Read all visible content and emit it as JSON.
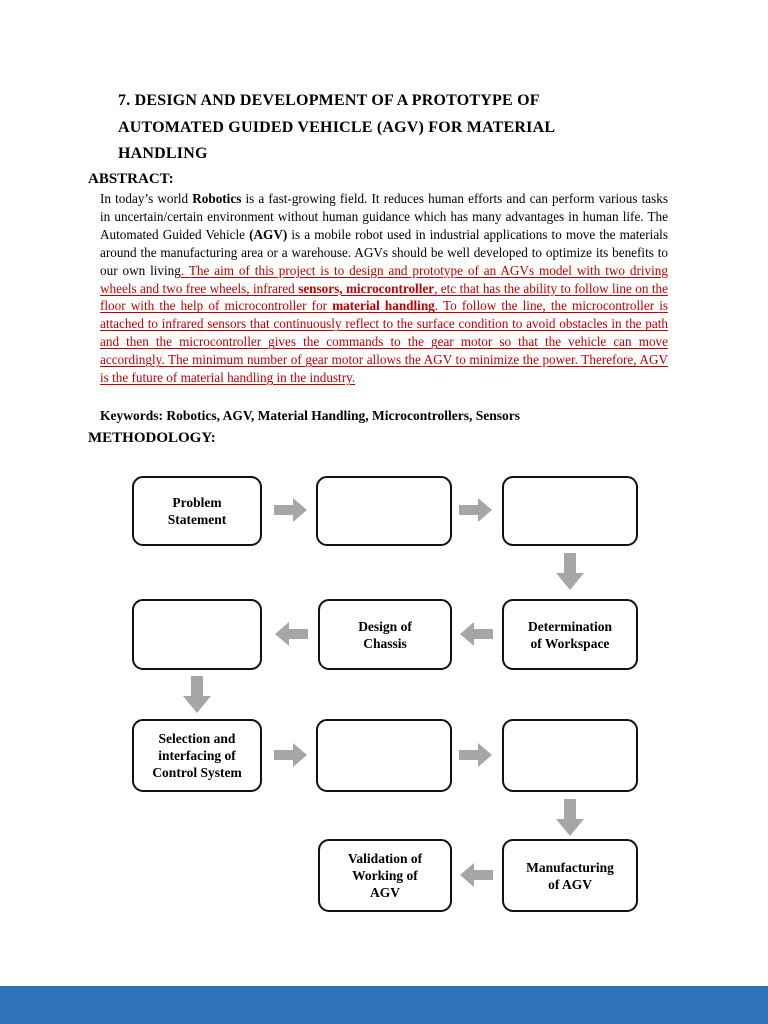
{
  "document": {
    "title_lines": [
      "7. DESIGN AND DEVELOPMENT OF A PROTOTYPE OF",
      "AUTOMATED GUIDED VEHICLE (AGV) FOR MATERIAL",
      "HANDLING"
    ],
    "abstract_heading": "ABSTRACT:",
    "abstract_segments": [
      {
        "text": "In today’s world ",
        "bold": false,
        "red": false
      },
      {
        "text": "Robotics",
        "bold": true,
        "red": false
      },
      {
        "text": " is a fast-growing field. It reduces human efforts and can perform various tasks in uncertain/certain environment without human guidance which has many advantages in human life. The Automated Guided Vehicle ",
        "bold": false,
        "red": false
      },
      {
        "text": "(AGV)",
        "bold": true,
        "red": false
      },
      {
        "text": " is a mobile robot used in industrial applications to move the materials around the manufacturing area or a warehouse. AGVs should be well developed to optimize its benefits to our own living",
        "bold": false,
        "red": false
      },
      {
        "text": ". The aim of this project is to design and prototype of an AGVs model with two driving wheels and two free wheels, infrared ",
        "bold": false,
        "red": true
      },
      {
        "text": "sensors, microcontroller",
        "bold": true,
        "red": true
      },
      {
        "text": ", etc that has the ability to follow line on the floor with the help of microcontroller for ",
        "bold": false,
        "red": true
      },
      {
        "text": "material handling",
        "bold": true,
        "red": true
      },
      {
        "text": ". To follow the line, the microcontroller is attached to infrared sensors  that continuously reflect to the surface condition to avoid obstacles in the path and then the microcontroller gives the commands to the gear motor so that the vehicle can move accordingly. The minimum number of gear motor allows the AGV to minimize the power. Therefore, AGV is the future of material handling in the industry.",
        "bold": false,
        "red": true
      }
    ],
    "keywords": "Keywords: Robotics, AGV, Material Handling, Microcontrollers, Sensors",
    "methodology_heading": "METHODOLOGY:"
  },
  "flowchart": {
    "boxes": [
      {
        "label": "Problem\nStatement"
      },
      {
        "label": ""
      },
      {
        "label": ""
      },
      {
        "label": ""
      },
      {
        "label": "Design of\nChassis"
      },
      {
        "label": "Determination\nof Workspace"
      },
      {
        "label": "Selection and\ninterfacing of\nControl System"
      },
      {
        "label": ""
      },
      {
        "label": ""
      },
      {
        "label": "Validation of\nWorking of\nAGV"
      },
      {
        "label": "Manufacturing\nof AGV"
      }
    ]
  },
  "colors": {
    "red_text": "#c00000",
    "arrow_gray": "#a6a6a6",
    "footer_blue": "#2e72b8",
    "box_border": "#111111"
  }
}
